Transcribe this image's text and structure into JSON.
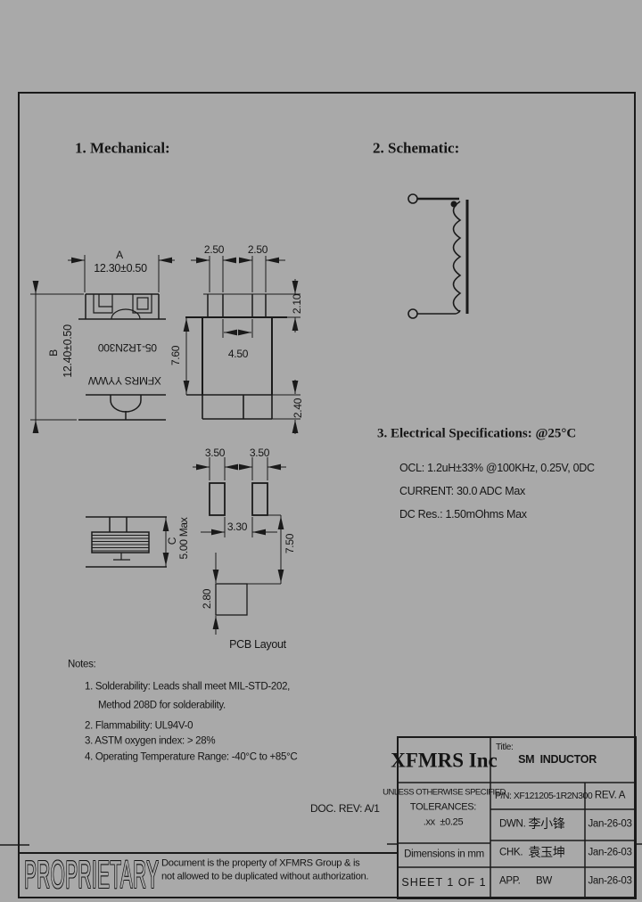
{
  "page": {
    "background": "#a9a9a9",
    "ink": "#151515"
  },
  "headings": {
    "mechanical": "1. Mechanical:",
    "schematic": "2. Schematic:",
    "electrical": "3. Electrical Specifications: @25°C"
  },
  "electrical_specs": {
    "ocl": "OCL: 1.2uH±33% @100KHz, 0.25V, 0DC",
    "current": "CURRENT: 30.0 ADC Max",
    "dcr": "DC Res.: 1.50mOhms Max"
  },
  "dims": {
    "a_letter": "A",
    "a_value": "12.30±0.50",
    "b_letter": "B",
    "b_value": "12.40±0.50",
    "pin_pitch_left": "2.50",
    "pin_pitch_right": "2.50",
    "pin_height": "2.10",
    "body_height": "7.60",
    "inner_pitch": "4.50",
    "base_height": "2.40",
    "pad_width_left": "3.50",
    "pad_width_right": "3.50",
    "pad_gap": "3.30",
    "pad_span": "7.50",
    "courtyard": "2.80",
    "c_letter": "C",
    "c_value": "5.00 Max",
    "pcb_label": "PCB Layout"
  },
  "part_marking": {
    "line1": "05-1R2N300",
    "line2": "XFMRS YYWW"
  },
  "notes": {
    "title": "Notes:",
    "n1a": "1. Solderability: Leads shall meet MIL-STD-202,",
    "n1b": "Method 208D for solderability.",
    "n2": "2. Flammability: UL94V-0",
    "n3": "3. ASTM oxygen index: > 28%",
    "n4": "4. Operating Temperature Range: -40°C to +85°C"
  },
  "doc_rev": "DOC. REV: A/1",
  "title_block": {
    "company": "XFMRS Inc",
    "title_label": "Title:",
    "title": "SM  INDUCTOR",
    "unless": "UNLESS OTHERWISE SPECIFIED",
    "tolerances_label": "TOLERANCES:",
    "tolerance": ".xx  ±0.25",
    "dimensions_note": "Dimensions in mm",
    "sheet": "SHEET 1 OF 1",
    "part_number": "P/N: XF121205-1R2N300",
    "rev": "REV. A",
    "rows": [
      {
        "role": "DWN.",
        "name": "李小锋",
        "date": "Jan-26-03"
      },
      {
        "role": "CHK.",
        "name": "袁玉坤",
        "date": "Jan-26-03"
      },
      {
        "role": "APP.",
        "name": "BW",
        "date": "Jan-26-03"
      }
    ]
  },
  "proprietary": {
    "word": "PROPRIETARY",
    "line1": "Document is the property of XFMRS Group & is",
    "line2": "not allowed to be duplicated without authorization."
  }
}
